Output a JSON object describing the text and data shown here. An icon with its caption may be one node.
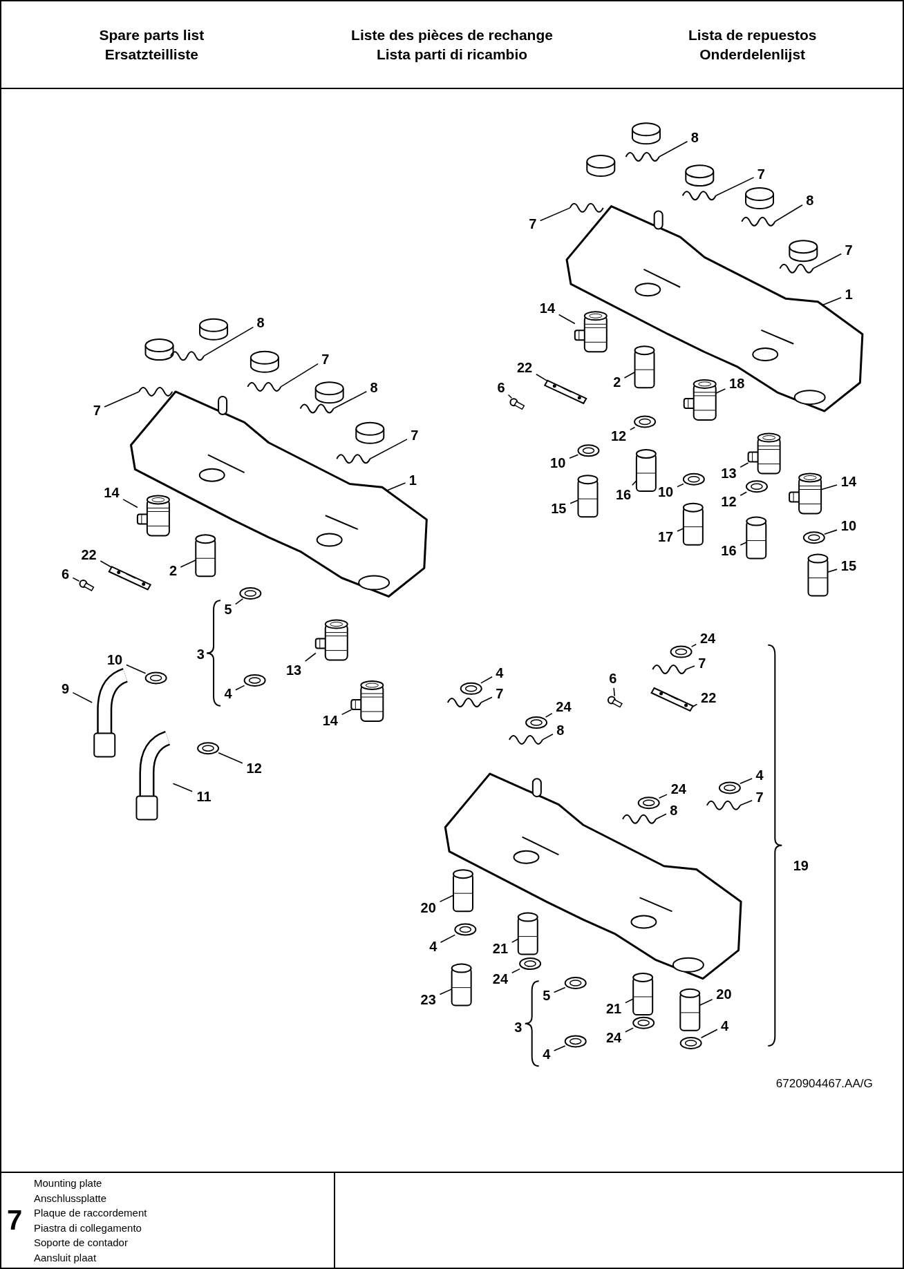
{
  "diagram": {
    "nodes": [
      {
        "text": [
          "8"
        ]
      },
      {
        "text": [
          "7"
        ]
      },
      {
        "text": [
          "7"
        ]
      },
      {
        "text": [
          "8"
        ]
      },
      {
        "text": [
          "7"
        ]
      },
      {
        "text": [
          "1"
        ]
      },
      {
        "text": [
          "14"
        ]
      },
      {
        "text": [
          "22"
        ]
      },
      {
        "text": [
          "2"
        ]
      },
      {
        "text": [
          "6"
        ]
      },
      {
        "text": [
          "5"
        ]
      },
      {
        "text": [
          "13"
        ]
      },
      {
        "text": [
          "4"
        ]
      },
      {
        "text": [
          "14"
        ]
      },
      {
        "text": [
          "10"
        ]
      },
      {
        "text": [
          "9"
        ]
      },
      {
        "text": [
          "12"
        ]
      },
      {
        "text": [
          "11"
        ]
      },
      {
        "text": [
          "8"
        ]
      },
      {
        "text": [
          "7"
        ]
      },
      {
        "text": [
          "8"
        ]
      },
      {
        "text": [
          "7"
        ]
      },
      {
        "text": [
          "7"
        ]
      },
      {
        "text": [
          "1"
        ]
      },
      {
        "text": [
          "14"
        ]
      },
      {
        "text": [
          "22"
        ]
      },
      {
        "text": [
          "6"
        ]
      },
      {
        "text": [
          "2"
        ]
      },
      {
        "text": [
          "18"
        ]
      },
      {
        "text": [
          "12"
        ]
      },
      {
        "text": [
          "10"
        ]
      },
      {
        "text": [
          "13"
        ]
      },
      {
        "text": [
          "16"
        ]
      },
      {
        "text": [
          "10"
        ]
      },
      {
        "text": [
          "14"
        ]
      },
      {
        "text": [
          "12"
        ]
      },
      {
        "text": [
          "15"
        ]
      },
      {
        "text": [
          "10"
        ]
      },
      {
        "text": [
          "17"
        ]
      },
      {
        "text": [
          "16"
        ]
      },
      {
        "text": [
          "15"
        ]
      },
      {
        "text": [
          "24"
        ]
      },
      {
        "text": [
          "7"
        ]
      },
      {
        "text": [
          "4"
        ]
      },
      {
        "text": [
          "7"
        ]
      },
      {
        "text": [
          "6"
        ]
      },
      {
        "text": [
          "22"
        ]
      },
      {
        "text": [
          "24"
        ]
      },
      {
        "text": [
          "8"
        ]
      },
      {
        "text": [
          "4"
        ]
      },
      {
        "text": [
          "24"
        ]
      },
      {
        "text": [
          "7"
        ]
      },
      {
        "text": [
          "8"
        ]
      },
      {
        "text": [
          "20"
        ]
      },
      {
        "text": [
          "4"
        ]
      },
      {
        "text": [
          "21"
        ]
      },
      {
        "text": [
          "24"
        ]
      },
      {
        "text": [
          "23"
        ]
      },
      {
        "text": [
          "5"
        ]
      },
      {
        "text": [
          "21"
        ]
      },
      {
        "text": [
          "20"
        ]
      },
      {
        "text": [
          "24"
        ]
      },
      {
        "text": [
          "4"
        ]
      },
      {
        "text": [
          "4"
        ]
      },
      {
        "text": [],
        "shape": "picture"
      },
      {
        "text": [],
        "shape": "picture"
      },
      {
        "text": [],
        "shape": "picture"
      },
      {
        "text": [],
        "shape": "picture"
      },
      {
        "text": [],
        "shape": "picture"
      },
      {
        "text": [],
        "shape": "picture"
      },
      {
        "text": [],
        "shape": "picture"
      },
      {
        "text": [],
        "shape": "picture"
      },
      {
        "text": [],
        "shape": "picture"
      },
      {
        "text": [],
        "shape": "picture"
      },
      {
        "text": [],
        "shape": "picture"
      },
      {
        "text": [],
        "shape": "picture"
      },
      {
        "text": [],
        "shape": "picture"
      },
      {
        "text": [],
        "shape": "picture"
      },
      {
        "text": [],
        "shape": "picture"
      },
      {
        "text": [],
        "shape": "picture"
      },
      {
        "text": [],
        "shape": "picture"
      },
      {
        "text": [],
        "shape": "picture"
      },
      {
        "text": [],
        "shape": "picture"
      },
      {
        "text": [],
        "shape": "picture"
      },
      {
        "text": [],
        "shape": "picture"
      },
      {
        "text": [],
        "shape": "picture"
      },
      {
        "text": [],
        "shape": "picture"
      },
      {
        "text": [],
        "shape": "picture"
      },
      {
        "text": [],
        "shape": "picture"
      },
      {
        "text": [],
        "shape": "picture"
      },
      {
        "text": [],
        "shape": "picture"
      },
      {
        "text": [],
        "shape": "picture"
      },
      {
        "text": [],
        "shape": "picture"
      },
      {
        "text": [],
        "shape": "picture"
      },
      {
        "text": [],
        "shape": "picture"
      },
      {
        "text": [],
        "shape": "picture"
      },
      {
        "text": [],
        "shape": "picture"
      },
      {
        "text": [],
        "shape": "picture"
      },
      {
        "text": [],
        "shape": "picture"
      },
      {
        "text": [],
        "shape": "picture"
      },
      {
        "text": [],
        "shape": "picture"
      },
      {
        "text": [],
        "shape": "picture"
      },
      {
        "text": [],
        "shape": "picture"
      },
      {
        "text": [],
        "shape": "picture"
      },
      {
        "text": [],
        "shape": "picture"
      },
      {
        "text": [],
        "shape": "picture"
      },
      {
        "text": [],
        "shape": "picture"
      },
      {
        "text": [],
        "shape": "picture"
      },
      {
        "text": [],
        "shape": "picture"
      },
      {
        "text": [],
        "shape": "picture"
      },
      {
        "text": [],
        "shape": "picture"
      },
      {
        "text": [],
        "shape": "picture"
      },
      {
        "text": [],
        "shape": "picture"
      },
      {
        "text": [],
        "shape": "picture"
      },
      {
        "text": [],
        "shape": "picture"
      },
      {
        "text": [],
        "shape": "picture"
      },
      {
        "text": [],
        "shape": "picture"
      },
      {
        "text": [],
        "shape": "picture"
      },
      {
        "text": [],
        "shape": "picture"
      },
      {
        "text": [],
        "shape": "picture"
      },
      {
        "text": [],
        "shape": "picture"
      },
      {
        "text": [],
        "shape": "picture"
      },
      {
        "text": [],
        "shape": "picture"
      },
      {
        "text": [],
        "shape": "picture"
      },
      {
        "text": [],
        "shape": "picture"
      },
      {
        "text": [],
        "shape": "picture"
      },
      {
        "text": [],
        "shape": "picture"
      },
      {
        "text": [],
        "shape": "picture"
      }
    ],
    "edges": [
      {
        "from": 0,
        "to": 64,
        "arrow": "none"
      },
      {
        "from": 1,
        "to": 65,
        "arrow": "none"
      },
      {
        "from": 2,
        "to": 66,
        "arrow": "none"
      },
      {
        "from": 3,
        "to": 67,
        "arrow": "none"
      },
      {
        "from": 4,
        "to": 68,
        "arrow": "none"
      },
      {
        "from": 5,
        "to": 69,
        "arrow": "none"
      },
      {
        "from": 6,
        "to": 70,
        "arrow": "none"
      },
      {
        "from": 7,
        "to": 71,
        "arrow": "none"
      },
      {
        "from": 8,
        "to": 72,
        "arrow": "none"
      },
      {
        "from": 9,
        "to": 73,
        "arrow": "none"
      },
      {
        "from": 10,
        "to": 74,
        "arrow": "none"
      },
      {
        "from": 11,
        "to": 75,
        "arrow": "none"
      },
      {
        "from": 12,
        "to": 76,
        "arrow": "none"
      },
      {
        "from": 13,
        "to": 77,
        "arrow": "none"
      },
      {
        "from": 14,
        "to": 78,
        "arrow": "none"
      },
      {
        "from": 15,
        "to": 79,
        "arrow": "none"
      },
      {
        "from": 16,
        "to": 80,
        "arrow": "none"
      },
      {
        "from": 17,
        "to": 81,
        "arrow": "none"
      },
      {
        "from": 18,
        "to": 82,
        "arrow": "none"
      },
      {
        "from": 19,
        "to": 83,
        "arrow": "none"
      },
      {
        "from": 20,
        "to": 84,
        "arrow": "none"
      },
      {
        "from": 21,
        "to": 85,
        "arrow": "none"
      },
      {
        "from": 22,
        "to": 86,
        "arrow": "none"
      },
      {
        "from": 23,
        "to": 87,
        "arrow": "none"
      },
      {
        "from": 24,
        "to": 88,
        "arrow": "none"
      },
      {
        "from": 25,
        "to": 89,
        "arrow": "none"
      },
      {
        "from": 26,
        "to": 90,
        "arrow": "none"
      },
      {
        "from": 27,
        "to": 91,
        "arrow": "none"
      },
      {
        "from": 28,
        "to": 92,
        "arrow": "none"
      },
      {
        "from": 29,
        "to": 93,
        "arrow": "none"
      },
      {
        "from": 30,
        "to": 94,
        "arrow": "none"
      },
      {
        "from": 31,
        "to": 95,
        "arrow": "none"
      },
      {
        "from": 32,
        "to": 96,
        "arrow": "none"
      },
      {
        "from": 33,
        "to": 97,
        "arrow": "none"
      },
      {
        "from": 34,
        "to": 98,
        "arrow": "none"
      },
      {
        "from": 35,
        "to": 99,
        "arrow": "none"
      },
      {
        "from": 36,
        "to": 100,
        "arrow": "none"
      },
      {
        "from": 37,
        "to": 101,
        "arrow": "none"
      },
      {
        "from": 38,
        "to": 102,
        "arrow": "none"
      },
      {
        "from": 39,
        "to": 103,
        "arrow": "none"
      },
      {
        "from": 40,
        "to": 104,
        "arrow": "none"
      },
      {
        "from": 41,
        "to": 105,
        "arrow": "none"
      },
      {
        "from": 42,
        "to": 106,
        "arrow": "none"
      },
      {
        "from": 43,
        "to": 107,
        "arrow": "none"
      },
      {
        "from": 44,
        "to": 108,
        "arrow": "none"
      },
      {
        "from": 45,
        "to": 109,
        "arrow": "none"
      },
      {
        "from": 46,
        "to": 110,
        "arrow": "none"
      },
      {
        "from": 47,
        "to": 111,
        "arrow": "none"
      },
      {
        "from": 48,
        "to": 112,
        "arrow": "none"
      },
      {
        "from": 49,
        "to": 113,
        "arrow": "none"
      },
      {
        "from": 50,
        "to": 114,
        "arrow": "none"
      },
      {
        "from": 51,
        "to": 115,
        "arrow": "none"
      },
      {
        "from": 52,
        "to": 116,
        "arrow": "none"
      },
      {
        "from": 53,
        "to": 117,
        "arrow": "none"
      },
      {
        "from": 54,
        "to": 118,
        "arrow": "none"
      },
      {
        "from": 55,
        "to": 119,
        "arrow": "none"
      },
      {
        "from": 56,
        "to": 120,
        "arrow": "none"
      },
      {
        "from": 57,
        "to": 121,
        "arrow": "none"
      },
      {
        "from": 58,
        "to": 122,
        "arrow": "none"
      },
      {
        "from": 59,
        "to": 123,
        "arrow": "none"
      },
      {
        "from": 60,
        "to": 124,
        "arrow": "none"
      },
      {
        "from": 61,
        "to": 125,
        "arrow": "none"
      },
      {
        "from": 62,
        "to": 126,
        "arrow": "none"
      },
      {
        "from": 63,
        "to": 127,
        "arrow": "none"
      }
    ],
    "labels": [
      "Spare parts list",
      "Ersatzteilliste",
      "Liste des pièces de rechange",
      "Lista parti di ricambio",
      "Lista de repuestos",
      "Onderdelenlijst",
      "3",
      "19",
      "3",
      "6720904467.AA/G",
      "7",
      "Mounting plate",
      "Anschlussplatte",
      "Plaque de raccordement",
      "Piastra di collegamento",
      "Soporte de contador",
      "Aansluit plaat"
    ]
  }
}
